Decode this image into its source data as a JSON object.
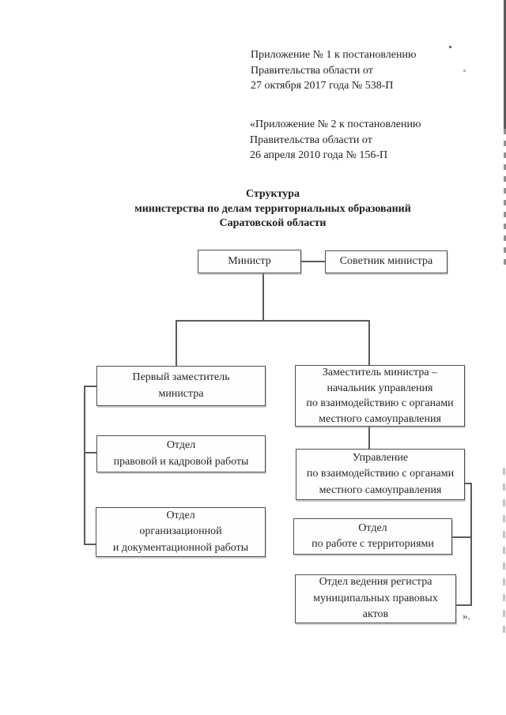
{
  "document": {
    "page_title": "Структура министерства по делам территориальных образований Саратовской области",
    "header": {
      "annex_1": "Приложение № 1 к постановлению\nПравительства области от\n27 октября 2017 года № 538-П",
      "annex_2": "«Приложение № 2 к постановлению\nПравительства области от\n26 апреля 2010 года № 156-П"
    },
    "title": "Структура\nминистерства по делам территориальных образований\nСаратовской области",
    "closing_mark": "»."
  },
  "org_chart": {
    "type": "org-tree",
    "ink_color": "#4e4e4e",
    "paper_color": "#ffffff",
    "nodes": {
      "minister": {
        "label": "Министр"
      },
      "adviser": {
        "label": "Советник министра"
      },
      "first_deputy": {
        "label": "Первый заместитель\nминистра"
      },
      "deputy_head": {
        "label": "Заместитель министра –\nначальник управления\nпо взаимодействию с органами\nместного самоуправления"
      },
      "dept_legal": {
        "label": "Отдел\nправовой и кадровой работы"
      },
      "directorate": {
        "label": "Управление\nпо взаимодействию с органами\nместного самоуправления"
      },
      "dept_org": {
        "label": "Отдел\nорганизационной\nи документационной работы"
      },
      "dept_territories": {
        "label": "Отдел\nпо работе с территориями"
      },
      "dept_register": {
        "label": "Отдел ведения регистра\nмуниципальных правовых\nактов"
      }
    },
    "edges": [
      {
        "from": "minister",
        "to": "adviser"
      },
      {
        "from": "minister",
        "to": "first_deputy"
      },
      {
        "from": "minister",
        "to": "deputy_head"
      },
      {
        "from": "first_deputy",
        "to": "dept_legal"
      },
      {
        "from": "first_deputy",
        "to": "dept_org"
      },
      {
        "from": "deputy_head",
        "to": "directorate"
      },
      {
        "from": "directorate",
        "to": "dept_territories"
      },
      {
        "from": "directorate",
        "to": "dept_register"
      }
    ]
  }
}
